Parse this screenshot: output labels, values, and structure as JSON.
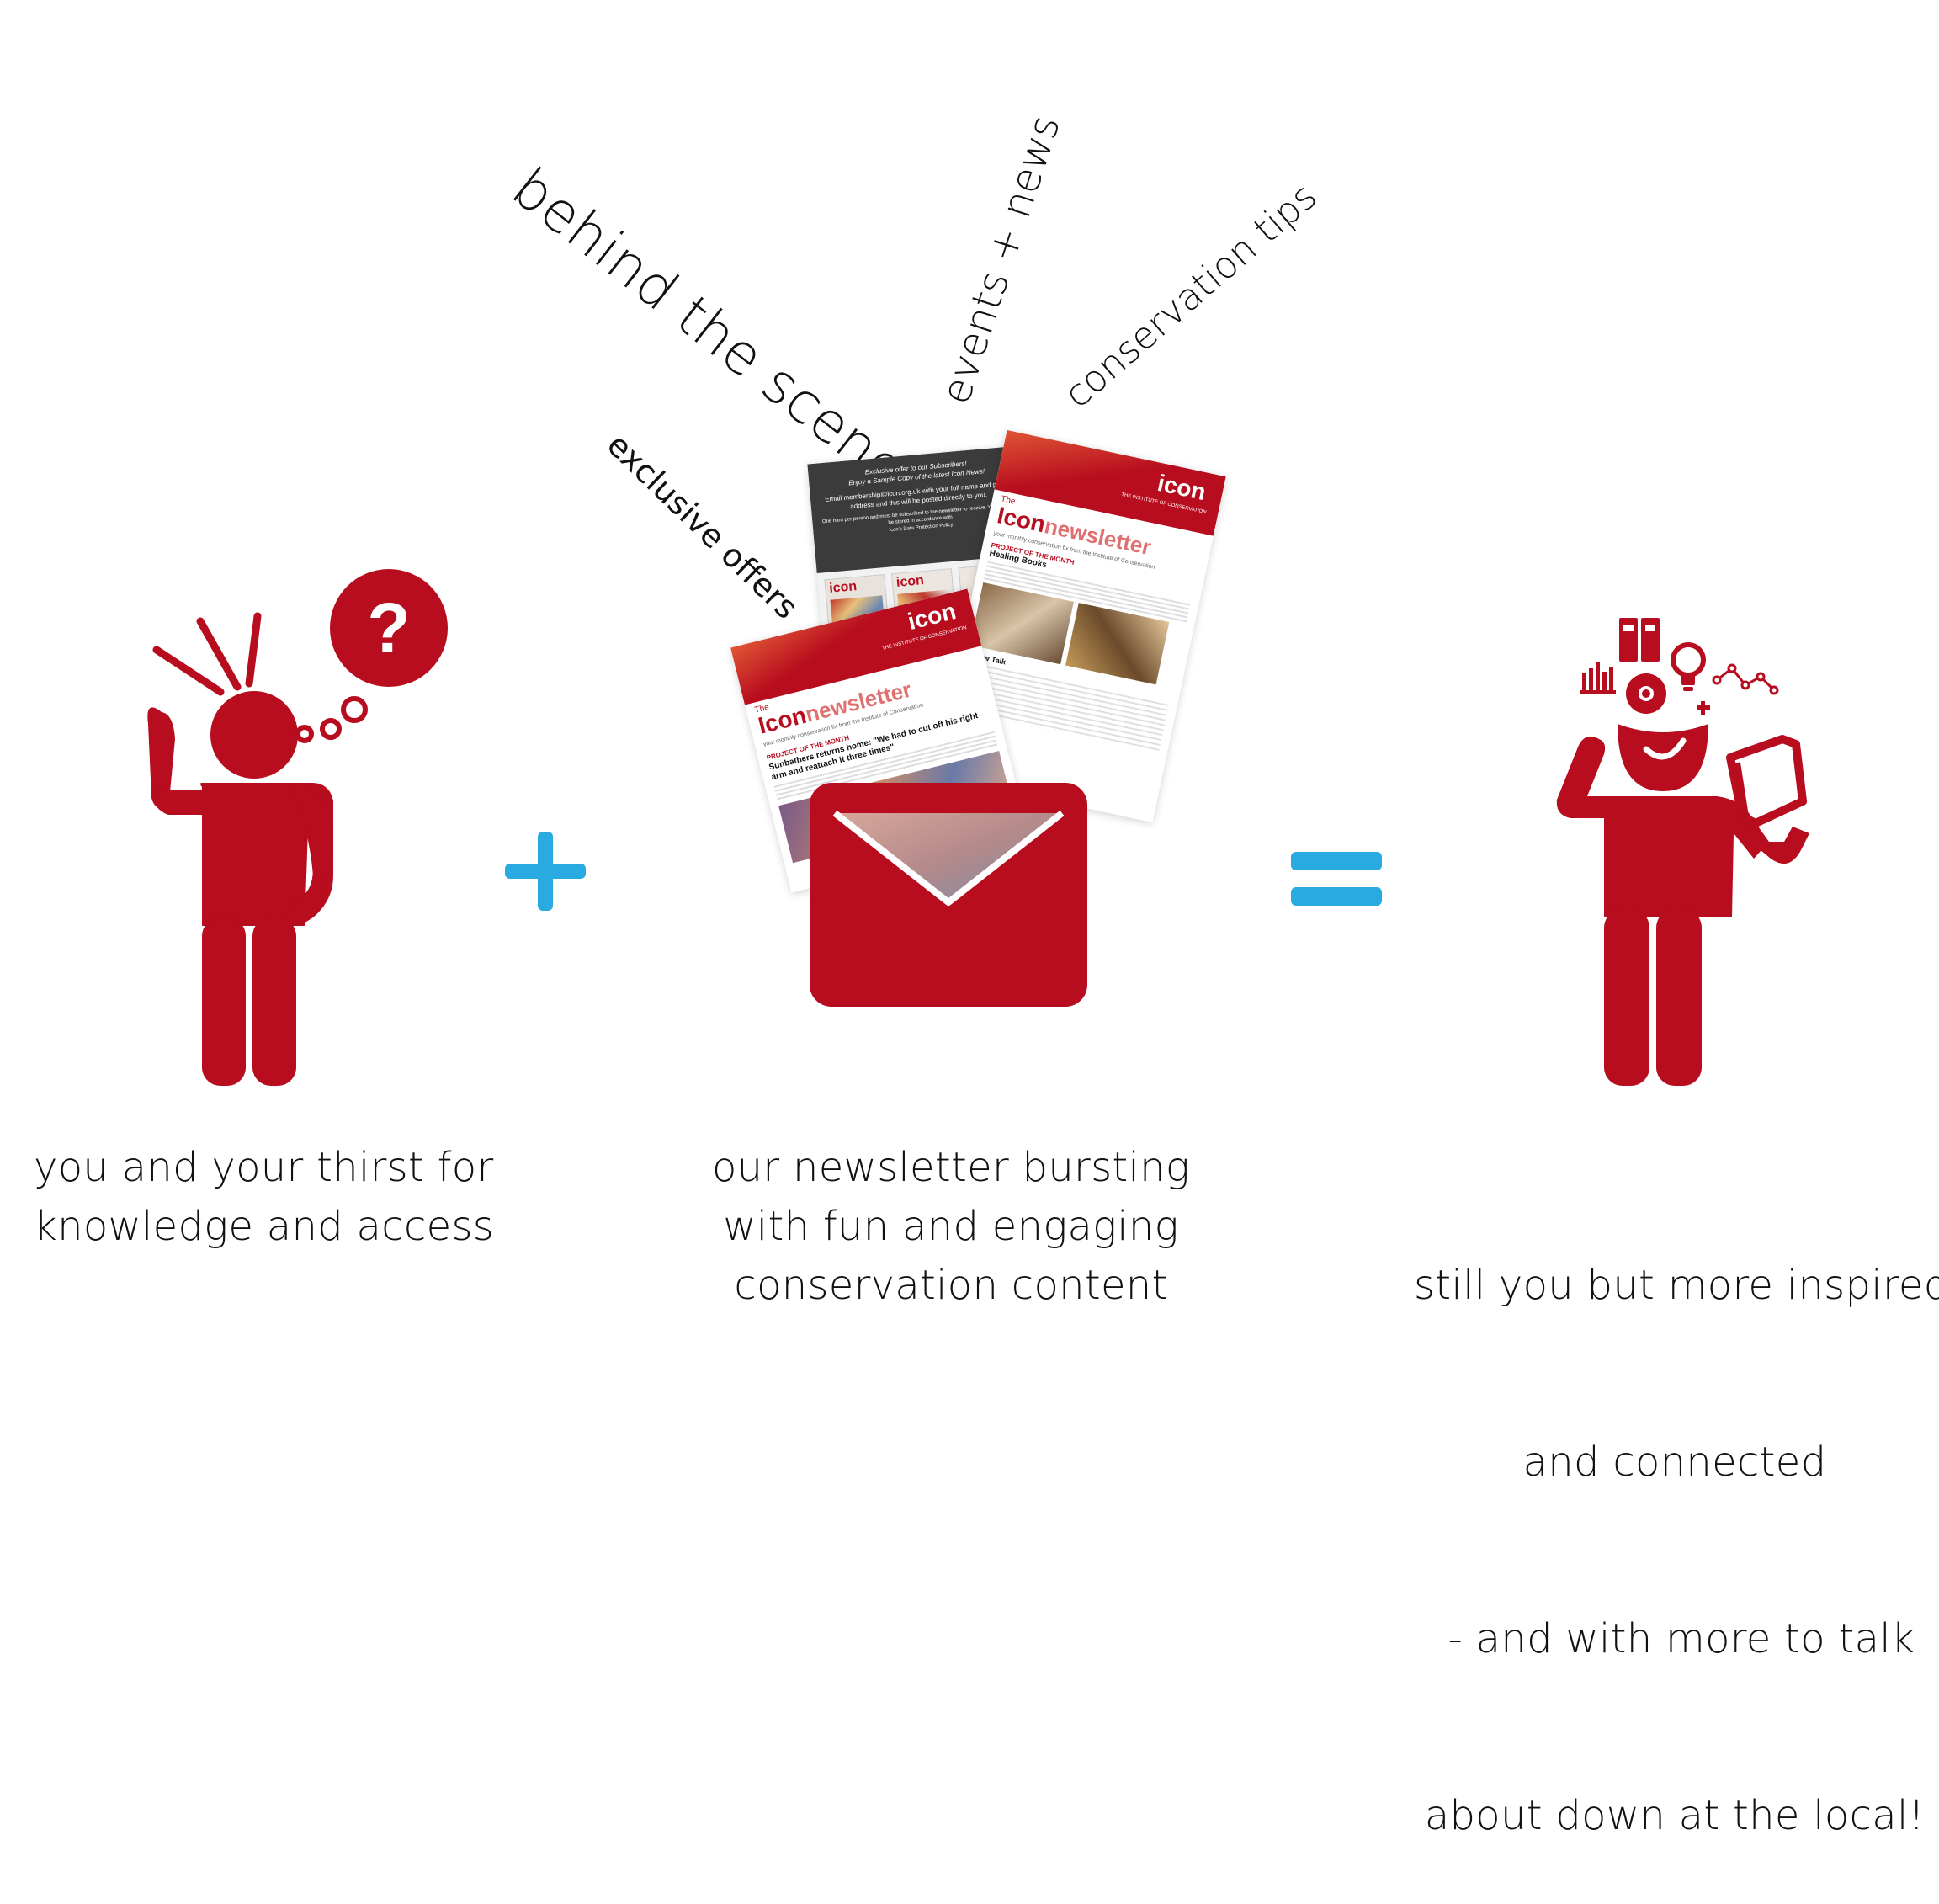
{
  "colors": {
    "brand_red": "#b70d1e",
    "accent_blue": "#29abe2",
    "dark_panel": "#3b3b3b"
  },
  "floating_labels": {
    "behind_the_scenes": "behind the scenes",
    "events_news": "events + news",
    "conservation_tips": "conservation tips",
    "exclusive_offers": "exclusive offers"
  },
  "operators": {
    "plus": "+",
    "equals": "="
  },
  "left": {
    "icon": "confused-person-icon",
    "thought_symbol": "?",
    "caption": [
      "you and your thirst for",
      "knowledge and access"
    ]
  },
  "middle": {
    "icon": "envelope-icon",
    "caption": [
      "our newsletter bursting",
      "with fun and engaging",
      "conservation content"
    ],
    "newsletter_front": {
      "logo": "icon",
      "logo_sub": "THE INSTITUTE OF CONSERVATION",
      "title_the": "The",
      "title_icon": "Icon",
      "title_newsletter": "newsletter",
      "tagline": "your monthly conservation fix from the Institute of Conservation",
      "section": "PROJECT OF THE MONTH",
      "headline": "Sunbathers returns home: \"We had to cut off his right arm and reattach it three times\""
    },
    "newsletter_back": {
      "logo": "icon",
      "logo_sub": "THE INSTITUTE OF CONSERVATION",
      "title_the": "The",
      "title_icon": "Icon",
      "title_newsletter": "newsletter",
      "tagline": "your monthly conservation fix from the Institute of Conservation",
      "section": "PROJECT OF THE MONTH",
      "heading": "Healing Books",
      "subheading": "Pillow Talk"
    },
    "offer_panel": {
      "line1": "Exclusive offer to our Subscribers!",
      "line2": "Enjoy a Sample Copy of the latest Icon News!",
      "line3": "Email membership@icon.org.uk with your full name and postal address and this will be posted directly to you.",
      "line4": "One hard per person and must be subscribed to the newsletter to receive. Your data will be stored in accordance with",
      "line5": "Icon's Data Protection Policy",
      "mag_logo": "icon"
    }
  },
  "right": {
    "icon": "inspired-person-icon",
    "caption": [
      "still you but more inspired",
      "and connected",
      " - and with more to talk",
      "about down at the local!"
    ]
  }
}
